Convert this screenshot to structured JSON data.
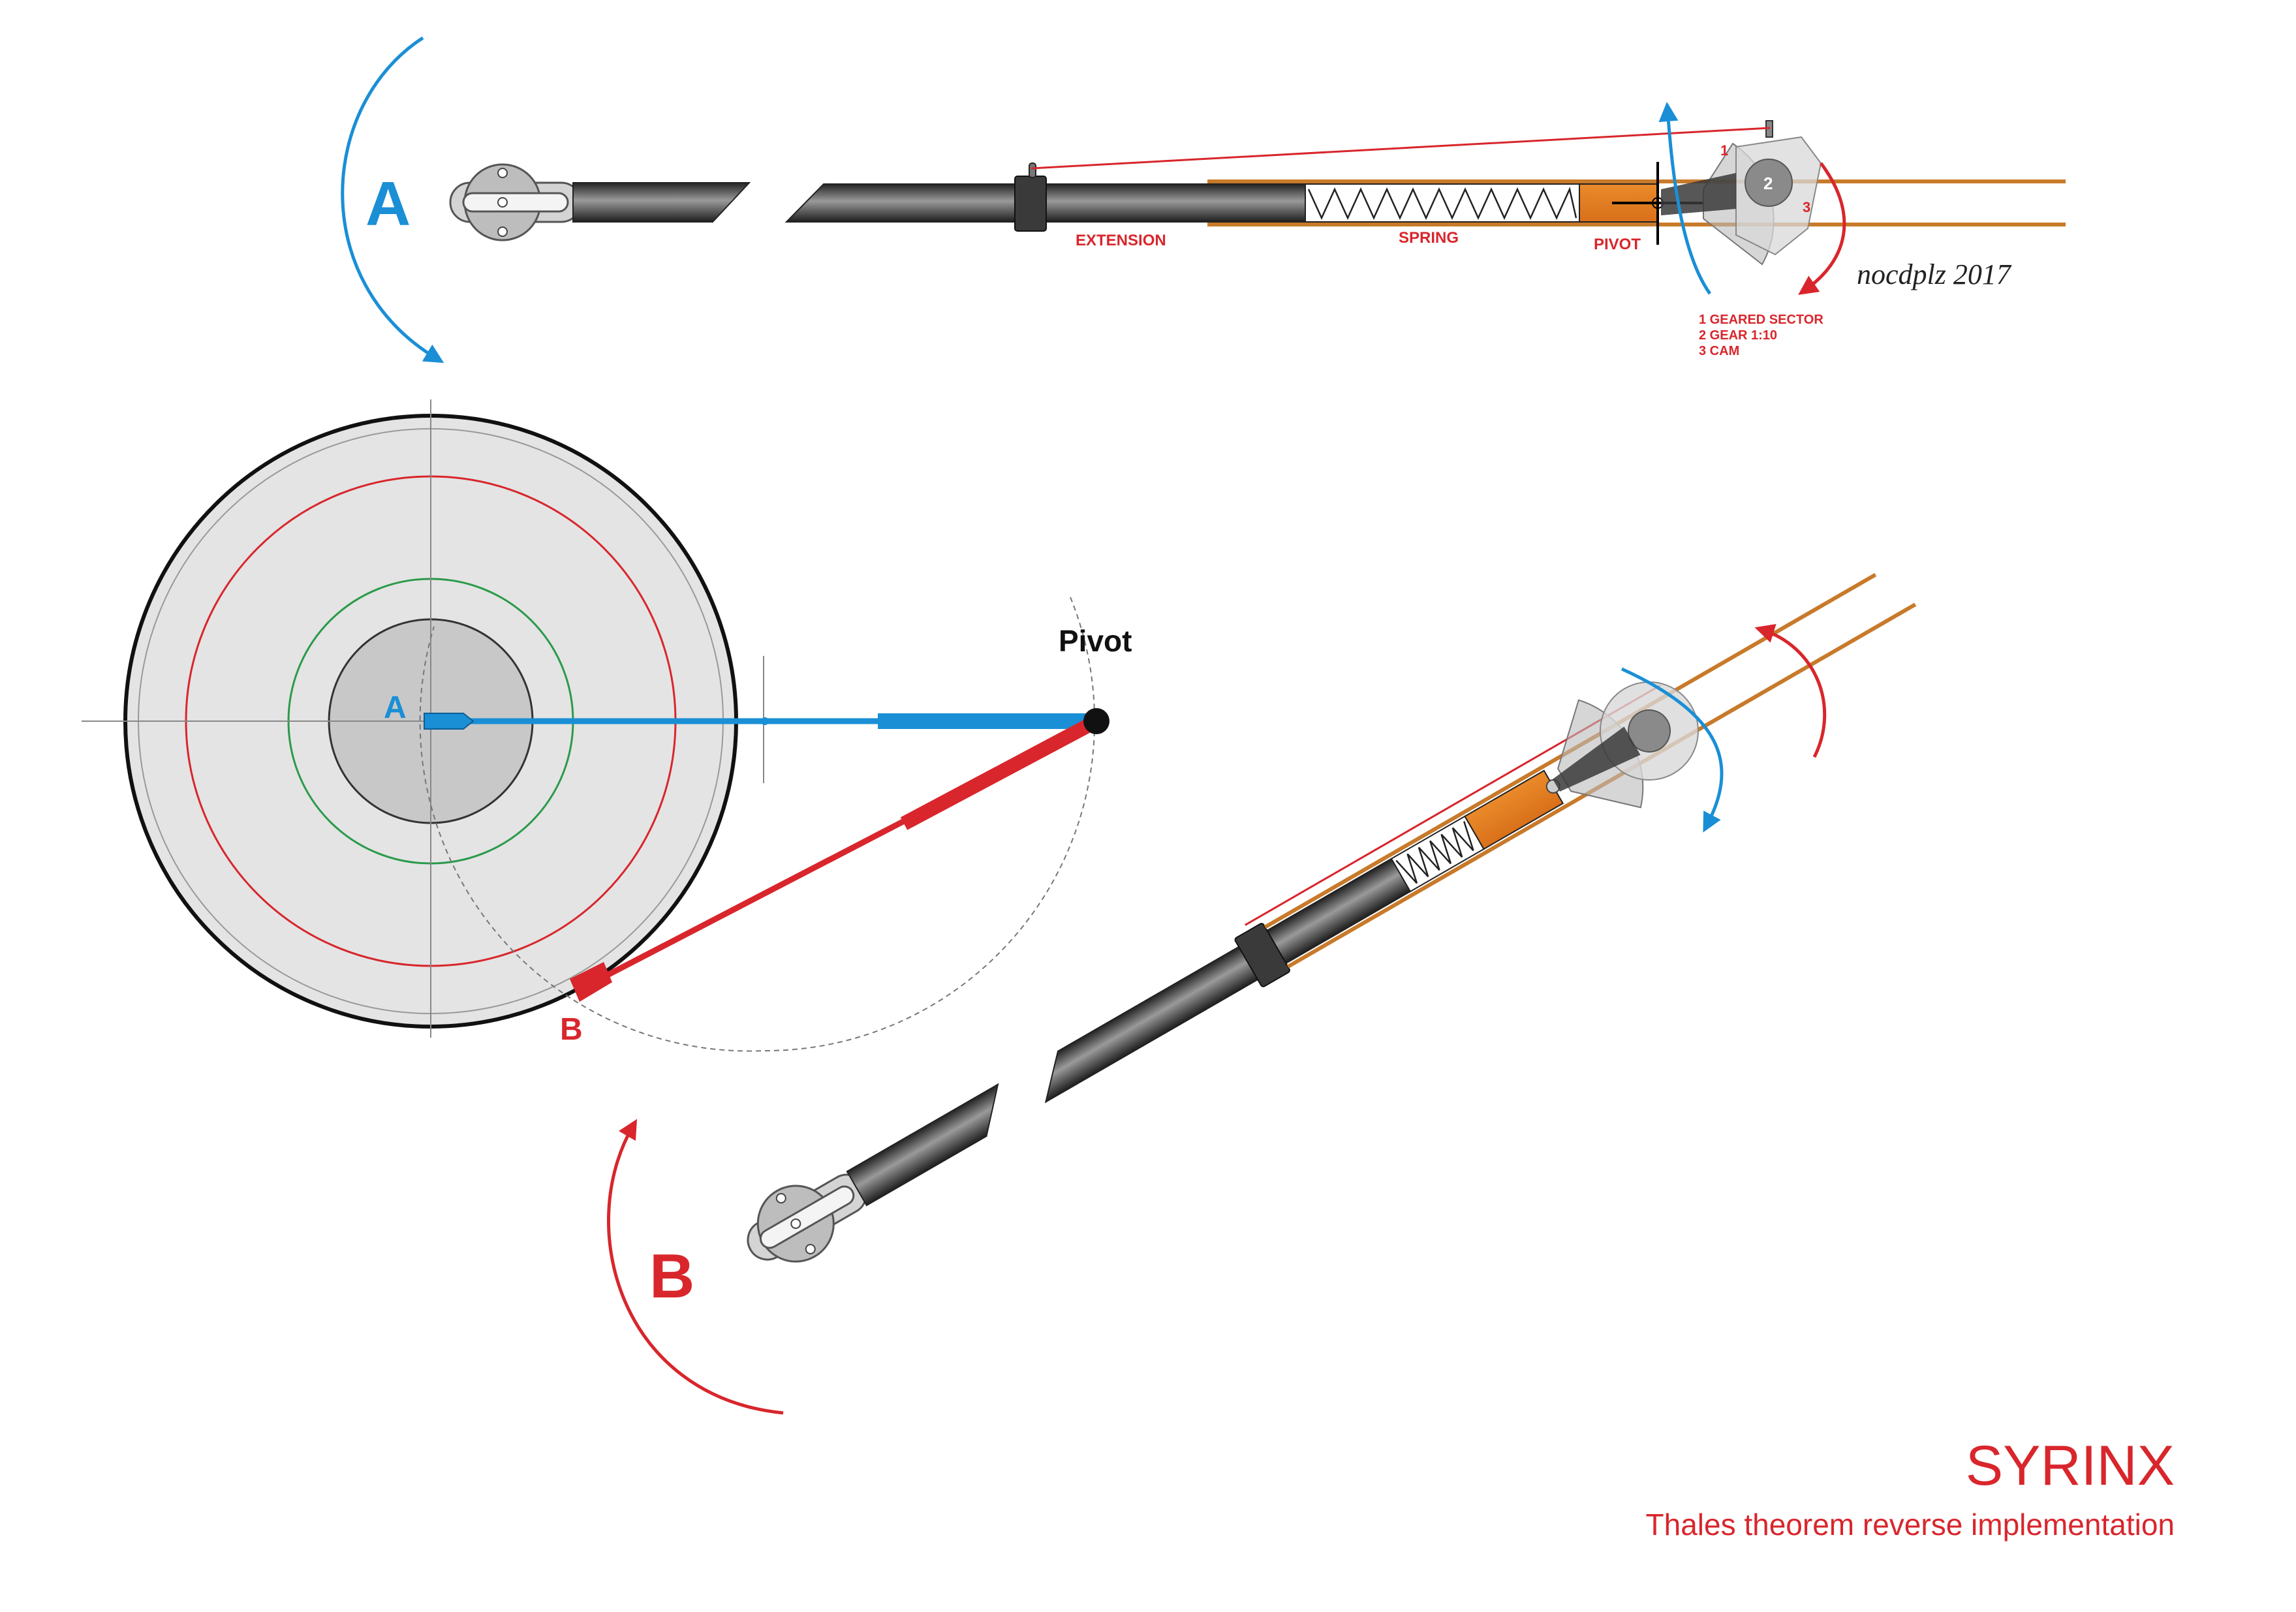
{
  "colors": {
    "blue": "#1a8fd6",
    "red": "#d8262c",
    "orange": "#e2781a",
    "green": "#2a9a4a",
    "platter": "#e4e4e4",
    "label_area": "#c8c8c8",
    "tube_dark": "#3a3a3a",
    "black": "#000000"
  },
  "top_view": {
    "rotation_label": "A",
    "extension_label": "EXTENSION",
    "spring_label": "SPRING",
    "pivot_label": "PIVOT",
    "sector_number": "1",
    "gear_number": "2",
    "cam_number": "3",
    "legend": [
      "1 GEARED SECTOR",
      "2 GEAR 1:10",
      "3 CAM"
    ],
    "signature": "nocdplz 2017"
  },
  "platter_view": {
    "pivot_label": "Pivot",
    "point_a_label": "A",
    "point_b_label": "B"
  },
  "bottom_view": {
    "rotation_label": "B"
  },
  "title_block": {
    "title": "SYRINX",
    "subtitle": "Thales theorem reverse implementation"
  }
}
